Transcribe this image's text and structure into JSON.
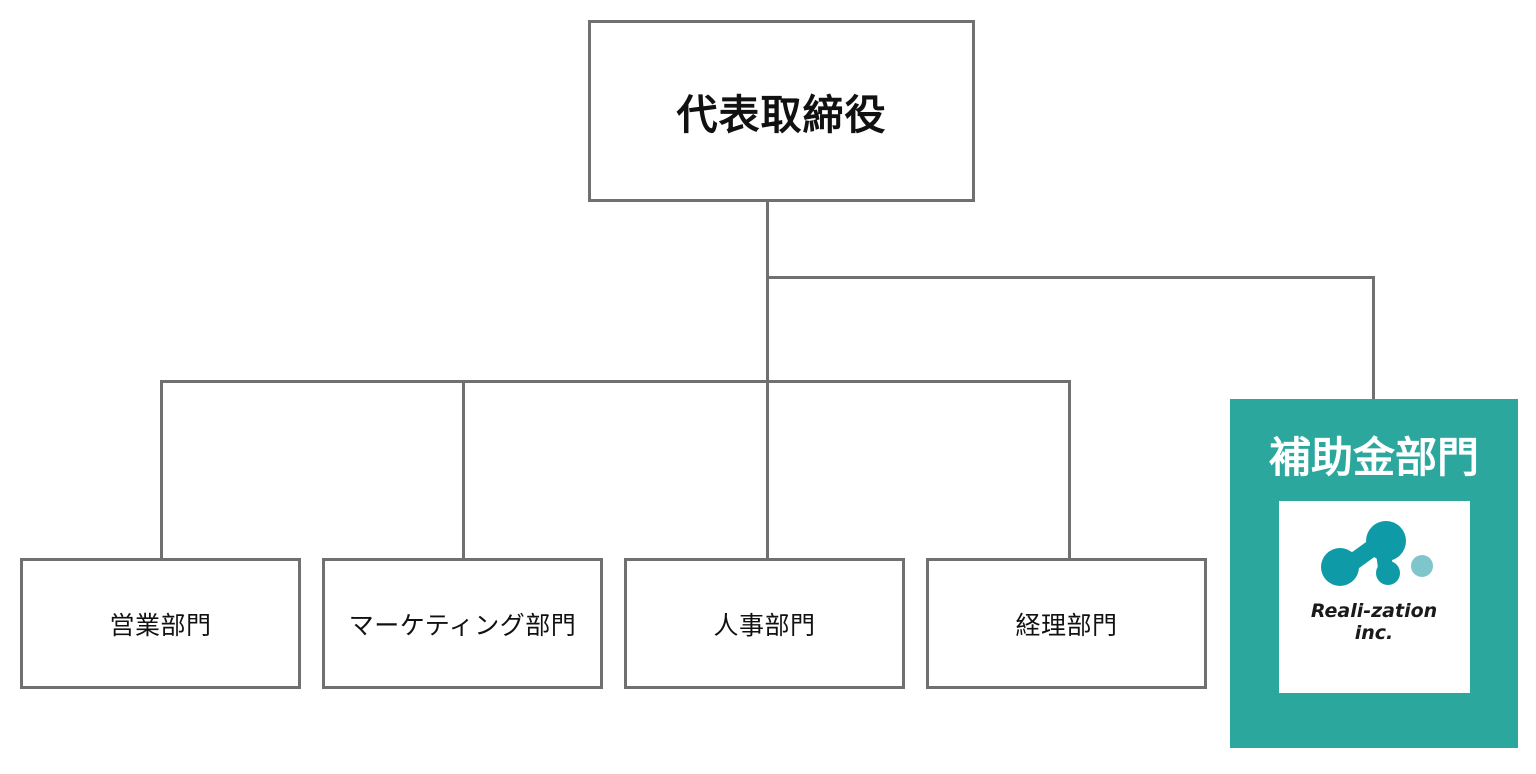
{
  "chart_data": {
    "type": "diagram",
    "diagram_type": "organization-chart",
    "orientation": "top-down",
    "title": "",
    "root": {
      "label": "代表取締役"
    },
    "nodes": [
      {
        "id": "root",
        "label": "代表取締役",
        "level": 0,
        "style": "outlined",
        "parent": null
      },
      {
        "id": "sales",
        "label": "営業部門",
        "level": 1,
        "style": "outlined",
        "parent": "root"
      },
      {
        "id": "marketing",
        "label": "マーケティング部門",
        "level": 1,
        "style": "outlined",
        "parent": "root"
      },
      {
        "id": "hr",
        "label": "人事部門",
        "level": 1,
        "style": "outlined",
        "parent": "root"
      },
      {
        "id": "accounting",
        "label": "経理部門",
        "level": 1,
        "style": "outlined",
        "parent": "root"
      },
      {
        "id": "subsidy",
        "label": "補助金部門",
        "level": 1,
        "style": "highlighted",
        "parent": "root"
      }
    ],
    "edges": [
      {
        "from": "root",
        "to": "sales"
      },
      {
        "from": "root",
        "to": "marketing"
      },
      {
        "from": "root",
        "to": "hr"
      },
      {
        "from": "root",
        "to": "accounting"
      },
      {
        "from": "root",
        "to": "subsidy"
      }
    ]
  },
  "root_node": {
    "label": "代表取締役"
  },
  "departments": [
    {
      "label": "営業部門"
    },
    {
      "label": "マーケティング部門"
    },
    {
      "label": "人事部門"
    },
    {
      "label": "経理部門"
    }
  ],
  "highlight_node": {
    "label": "補助金部門",
    "logo": {
      "name": "reali-zation-molecule-logo",
      "wordmark_line1": "Reali-zation",
      "wordmark_line2": "inc."
    }
  },
  "colors": {
    "accent_teal": "#2BA79E",
    "logo_teal": "#0E9AA7",
    "logo_teal_light": "#7FC5CC",
    "border_gray": "#707070",
    "text_dark": "#111111",
    "text_on_accent": "#FFFFFF",
    "background": "#FFFFFF"
  }
}
